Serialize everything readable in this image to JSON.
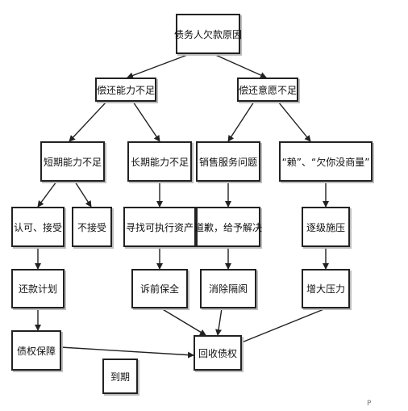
{
  "nodes": {
    "root": "债务人欠款原因",
    "insufficient_ability": "偿还能力不足",
    "insufficient_willingness": "偿还意愿不足",
    "short_term": "短期能力不足",
    "long_term": "长期能力不足",
    "sales_service": "销售服务问题",
    "attitude": "“赖”、“欠你没商量”",
    "accept": "认可、接受",
    "not_accept": "不接受",
    "find_assets": "寻找可执行资产",
    "apologize": "道歉，给予解决",
    "pressure": "逐级施压",
    "repayment_plan": "还款计划",
    "litigation": "诉前保全",
    "eliminate": "消除隔阂",
    "increase_pressure": "增大压力",
    "guarantee": "债权保障",
    "expired": "到期",
    "recover": "回收债权"
  },
  "corner_mark": "P"
}
